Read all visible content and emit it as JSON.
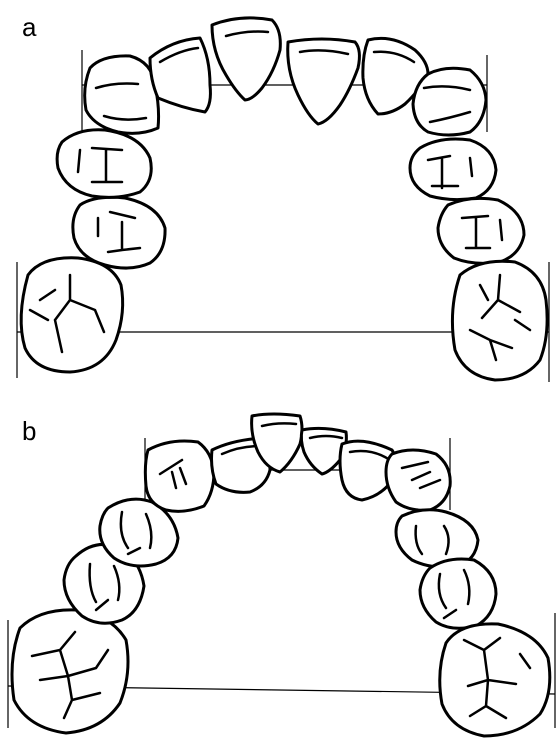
{
  "panels": [
    {
      "label": "a"
    },
    {
      "label": "b"
    }
  ],
  "colors": {
    "stroke": "#000000",
    "background": "#ffffff"
  },
  "icons": [
    "dental-arch-wide",
    "dental-arch-narrow"
  ]
}
